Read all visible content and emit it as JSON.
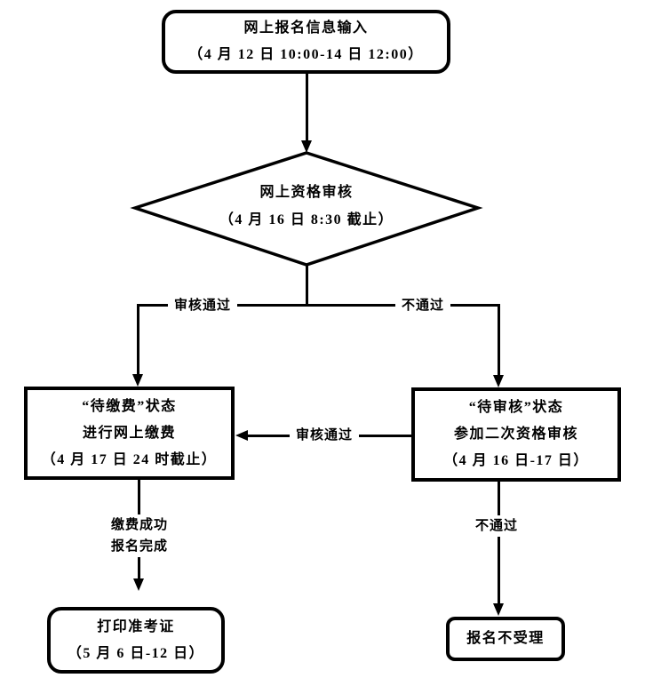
{
  "flowchart": {
    "nodes": {
      "input": {
        "lines": [
          "网上报名信息输入",
          "（4 月 12 日 10:00-14 日 12:00）"
        ]
      },
      "review": {
        "lines": [
          "网上资格审核",
          "（4 月 16 日 8:30 截止）"
        ]
      },
      "pay": {
        "lines": [
          "“待缴费”状态",
          "进行网上缴费",
          "（4 月 17 日 24 时截止）"
        ]
      },
      "second_review": {
        "lines": [
          "“待审核”状态",
          "参加二次资格审核",
          "（4 月 16 日-17 日）"
        ]
      },
      "print": {
        "lines": [
          "打印准考证",
          "（5 月 6 日-12 日）"
        ]
      },
      "rejected": {
        "lines": [
          "报名不受理"
        ]
      }
    },
    "edges": {
      "review_pass_label": "审核通过",
      "review_fail_label": "不通过",
      "second_pass_label": "审核通过",
      "pay_done_lines": [
        "缴费成功",
        "报名完成"
      ],
      "second_fail_label": "不通过"
    },
    "colors": {
      "stroke": "#000000",
      "background": "#ffffff"
    }
  }
}
